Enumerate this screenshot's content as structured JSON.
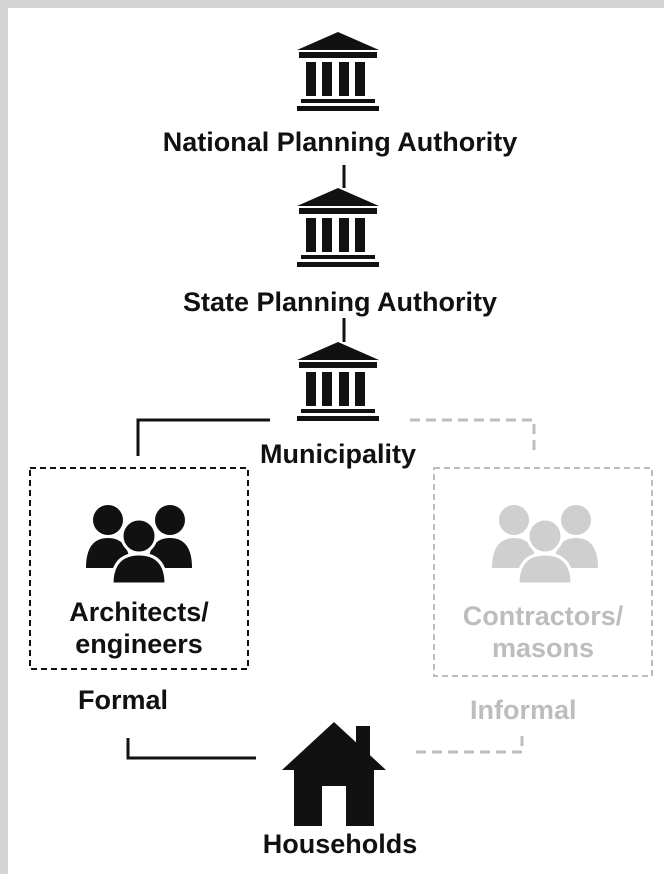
{
  "nodes": {
    "national": {
      "label": "National Planning Authority",
      "icon": "government-building-icon"
    },
    "state": {
      "label": "State Planning Authority",
      "icon": "government-building-icon"
    },
    "municipality": {
      "label": "Municipality",
      "icon": "government-building-icon"
    },
    "architects": {
      "label": "Architects/\nengineers",
      "icon": "people-group-icon"
    },
    "contractors": {
      "label": "Contractors/\nmasons",
      "icon": "people-group-icon"
    },
    "households": {
      "label": "Households",
      "icon": "house-icon"
    }
  },
  "channels": {
    "formal": {
      "label": "Formal",
      "color": "#111111",
      "line_style": "solid"
    },
    "informal": {
      "label": "Informal",
      "color": "#bdbdbd",
      "line_style": "dashed"
    }
  },
  "colors": {
    "primary": "#111111",
    "muted": "#bdbdbd",
    "frame": "#d4d4d4"
  }
}
